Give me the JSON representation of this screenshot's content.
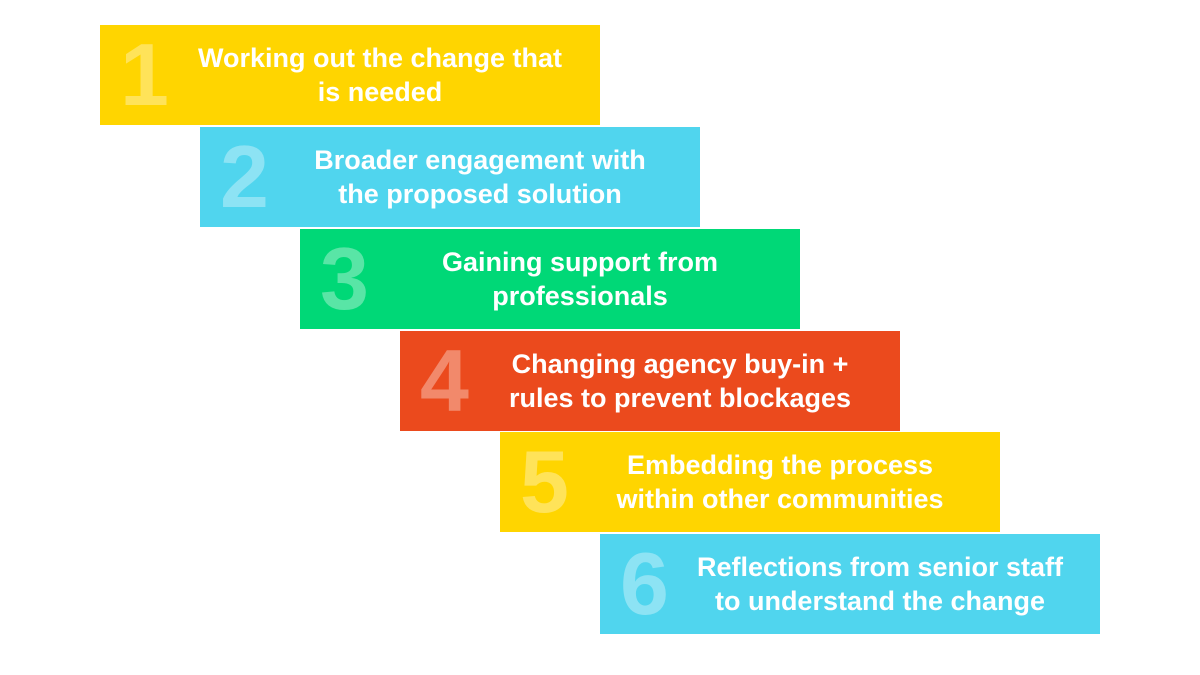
{
  "steps": [
    {
      "number": "1",
      "label": "Working out the change that\nis needed",
      "color": "#FFD500"
    },
    {
      "number": "2",
      "label": "Broader engagement with\nthe proposed solution",
      "color": "#50D5EE"
    },
    {
      "number": "3",
      "label": "Gaining support from\nprofessionals",
      "color": "#00D877"
    },
    {
      "number": "4",
      "label": "Changing agency buy-in +\nrules to prevent blockages",
      "color": "#EB4A1D"
    },
    {
      "number": "5",
      "label": "Embedding the process\nwithin other communities",
      "color": "#FFD500"
    },
    {
      "number": "6",
      "label": "Reflections from senior staff\nto understand the change",
      "color": "#50D5EE"
    }
  ]
}
